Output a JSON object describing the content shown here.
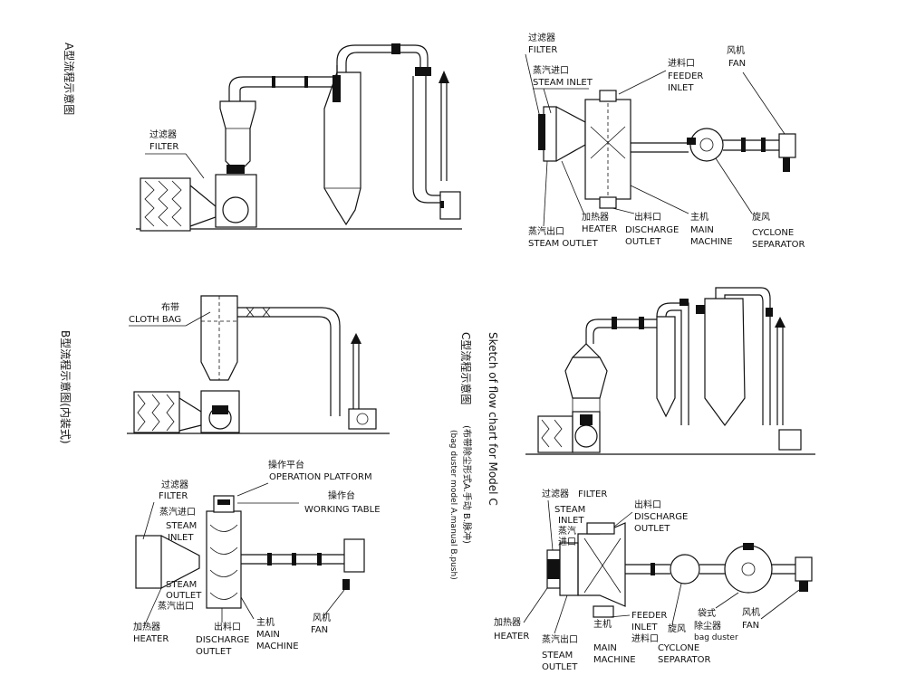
{
  "titles": {
    "a": "A型流程示意图",
    "b": "B型流程示意图(内装式)",
    "c_cn": "C型流程示意图",
    "c_en": "Sketch of flow chart for Model C",
    "c_sub_cn": "(布带除尘形式A.手动 B.脉冲)",
    "c_sub_en": "(bag duster model A.manual B.push)"
  },
  "a_left": {
    "filter_cn": "过滤器",
    "filter_en": "FILTER"
  },
  "a_right": {
    "filter_cn": "过滤器",
    "filter_en": "FILTER",
    "steam_inlet_cn": "蒸汽进口",
    "steam_inlet_en": "STEAM INLET",
    "feeder_cn": "进料口",
    "feeder_en1": "FEEDER",
    "feeder_en2": "INLET",
    "fan_cn": "风机",
    "fan_en": "FAN",
    "steam_outlet_cn": "蒸汽出口",
    "steam_outlet_en": "STEAM OUTLET",
    "heater_cn": "加热器",
    "heater_en": "HEATER",
    "discharge_cn": "出料口",
    "discharge_en1": "DISCHARGE",
    "discharge_en2": "OUTLET",
    "main_cn": "主机",
    "main_en1": "MAIN",
    "main_en2": "MACHINE",
    "cyclone_cn": "旋风",
    "cyclone_en1": "CYCLONE",
    "cyclone_en2": "SEPARATOR"
  },
  "b_top": {
    "cloth_bag_cn": "布带",
    "cloth_bag_en": "CLOTH BAG"
  },
  "b_bottom": {
    "filter_cn": "过滤器",
    "filter_en": "FILTER",
    "steam_inlet_cn": "蒸汽进口",
    "steam_inlet_en1": "STEAM",
    "steam_inlet_en2": "INLET",
    "steam_outlet_en1": "STEAM",
    "steam_outlet_en2": "OUTLET",
    "steam_outlet_cn": "蒸汽出口",
    "heater_cn": "加热器",
    "heater_en": "HEATER",
    "discharge_cn": "出料口",
    "discharge_en1": "DISCHARGE",
    "discharge_en2": "OUTLET",
    "main_cn": "主机",
    "main_en1": "MAIN",
    "main_en2": "MACHINE",
    "fan_cn": "风机",
    "fan_en": "FAN",
    "platform_cn": "操作平台",
    "platform_en": "OPERATION PLATFORM",
    "table_cn": "操作台",
    "table_en": "WORKING TABLE"
  },
  "c_bottom": {
    "filter_cn": "过滤器",
    "filter_en": "FILTER",
    "steam_inlet_en1": "STEAM",
    "steam_inlet_en2": "INLET",
    "steam_inlet_cn1": "蒸汽",
    "steam_inlet_cn2": "进口",
    "discharge_cn": "出料口",
    "discharge_en1": "DISCHARGE",
    "discharge_en2": "OUTLET",
    "heater_cn": "加热器",
    "heater_en": "HEATER",
    "steam_outlet_cn": "蒸汽出口",
    "steam_outlet_en1": "STEAM",
    "steam_outlet_en2": "OUTLET",
    "main_cn": "主机",
    "main_en1": "MAIN",
    "main_en2": "MACHINE",
    "feeder_en1": "FEEDER",
    "feeder_en2": "INLET",
    "feeder_cn": "进料口",
    "cyclone_cn": "旋风",
    "cyclone_en1": "CYCLONE",
    "cyclone_en2": "SEPARATOR",
    "bag_cn1": "袋式",
    "bag_cn2": "除尘器",
    "bag_en": "bag duster",
    "fan_cn": "风机",
    "fan_en": "FAN"
  }
}
